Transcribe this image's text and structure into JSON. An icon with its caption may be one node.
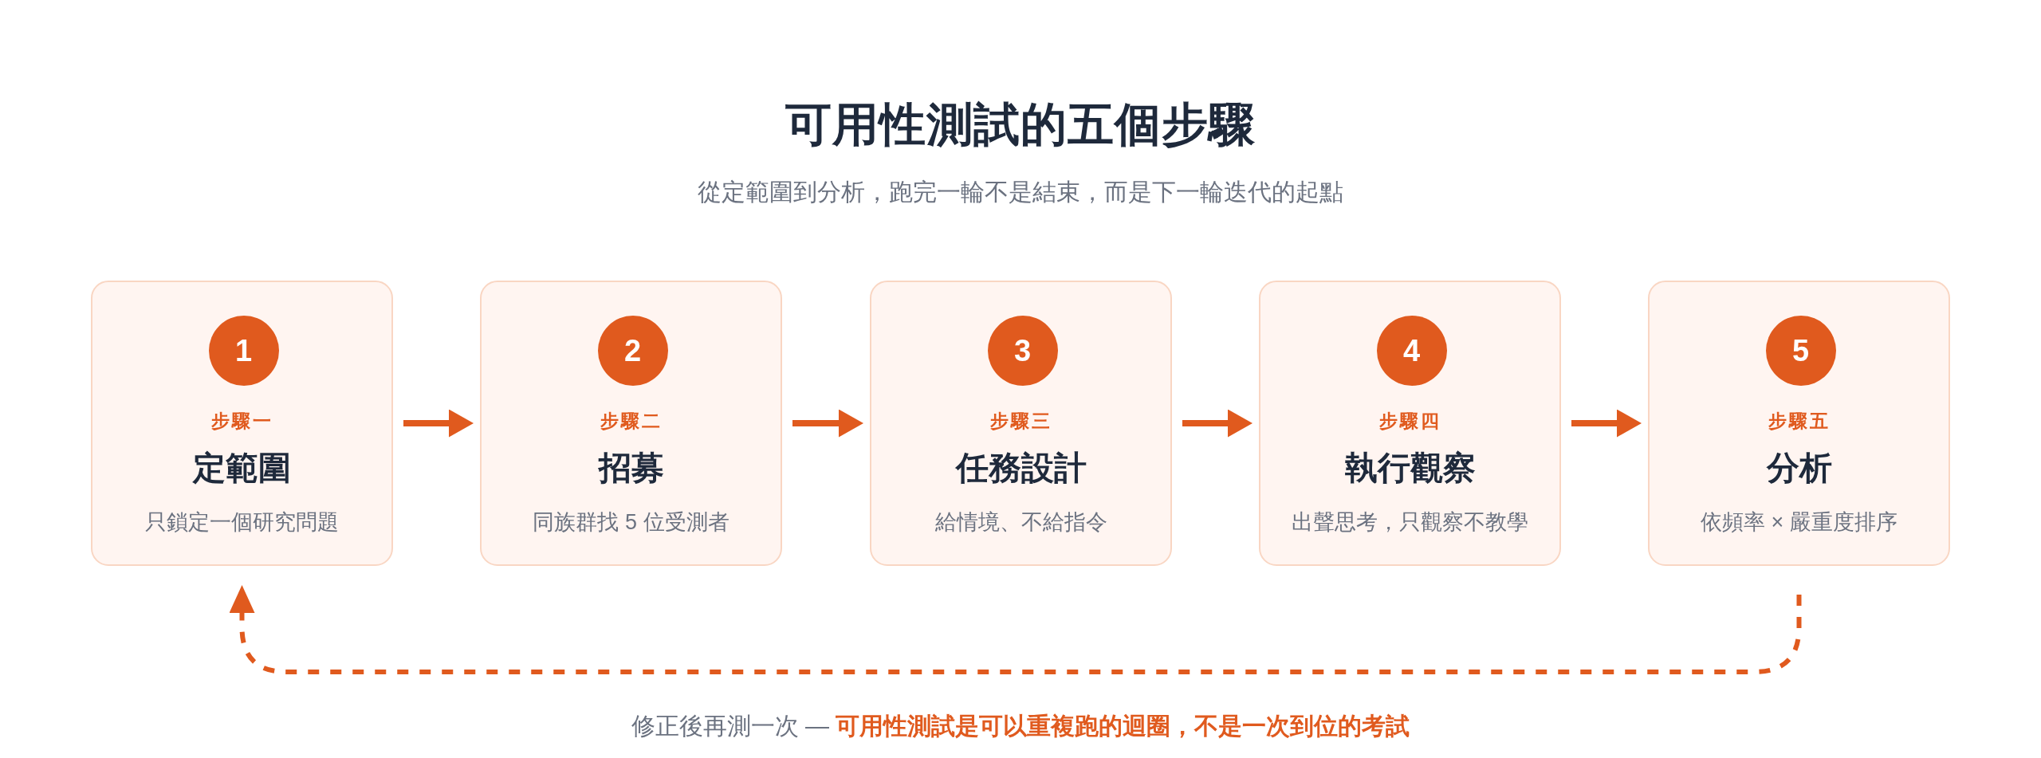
{
  "diagram": {
    "title": "可用性測試的五個步驟",
    "caption": "修正後再測一次 — **可用性測試是可以重複跑的迴圈，不是一次到位的考試**",
    "nodes": [
      {
        "text": [
          "步驟一",
          "定範圍",
          "只鎖定一個研究問題"
        ]
      },
      {
        "text": [
          "1"
        ],
        "in": 0
      },
      {
        "text": [
          "步驟二",
          "招募",
          "同族群找 5 位受測者"
        ]
      },
      {
        "text": [
          "2"
        ],
        "in": 2
      },
      {
        "text": [
          "步驟三",
          "任務設計",
          "給情境、不給指令"
        ]
      },
      {
        "text": [
          "3"
        ],
        "in": 4
      },
      {
        "text": [
          "步驟四",
          "執行觀察",
          "出聲思考，只觀察不教學"
        ]
      },
      {
        "text": [
          "4"
        ],
        "in": 6
      },
      {
        "text": [
          "步驟五",
          "分析",
          "依頻率 × 嚴重度排序"
        ]
      },
      {
        "text": [
          "5"
        ],
        "in": 8
      }
    ],
    "edges": [
      {
        "from": 0,
        "to": 2,
        "arrow": "to"
      },
      {
        "from": 2,
        "to": 4,
        "arrow": "to"
      },
      {
        "from": 4,
        "to": 6,
        "arrow": "to"
      },
      {
        "from": 6,
        "to": 8,
        "arrow": "to"
      },
      {
        "from": 8,
        "to": 0,
        "arrow": "to",
        "style": "dashed"
      }
    ],
    "labels": [
      "從定範圍到分析，跑完一輪不是結束，而是下一輪迭代的起點"
    ]
  }
}
